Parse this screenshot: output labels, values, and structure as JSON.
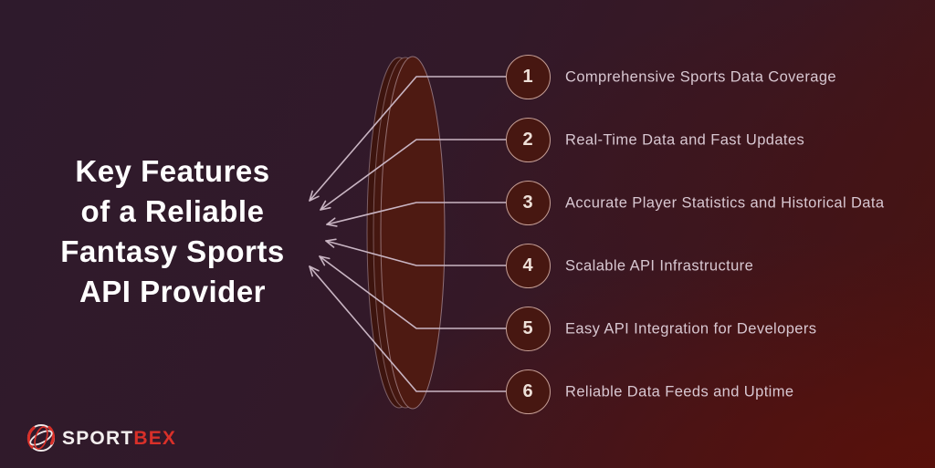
{
  "title": {
    "full": "Key Features of a Reliable Fantasy Sports API Provider",
    "lines": [
      "Key Features",
      "of a Reliable",
      "Fantasy Sports",
      "API Provider"
    ]
  },
  "features": {
    "items": [
      {
        "number": "1",
        "label": "Comprehensive Sports Data Coverage"
      },
      {
        "number": "2",
        "label": "Real-Time Data and Fast Updates"
      },
      {
        "number": "3",
        "label": "Accurate Player Statistics and Historical Data"
      },
      {
        "number": "4",
        "label": "Scalable API Infrastructure"
      },
      {
        "number": "5",
        "label": "Easy API Integration for Developers"
      },
      {
        "number": "6",
        "label": "Reliable Data Feeds and Uptime"
      }
    ]
  },
  "logo": {
    "icon": "sportbex-ball-icon",
    "part1": "SPORT",
    "part2": "BEX"
  },
  "colors": {
    "background_top_left": "#2e1a2c",
    "background_bottom_right": "#4b1310",
    "title_text": "#ffffff",
    "item_text": "#d8c7d1",
    "badge_fill": "#471711",
    "badge_border": "#c59e95",
    "badge_number": "#eee0d8",
    "connector_line": "#c9b5c3",
    "disc_fill": "#4e1a12",
    "logo_sport": "#f3efef",
    "logo_bex": "#d93029"
  }
}
